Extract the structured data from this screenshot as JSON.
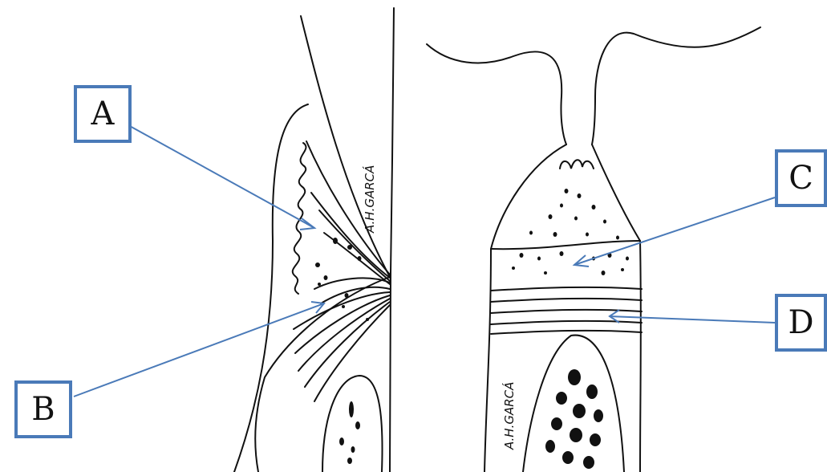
{
  "labels": {
    "a": "A",
    "b": "B",
    "c": "C",
    "d": "D"
  },
  "signatures": {
    "left": "A.H.GARCÁ",
    "right": "A.H.GARCÁ"
  },
  "colors": {
    "ink": "#111111",
    "label_border": "#4a7ab8",
    "pointer": "#4a7ab8"
  }
}
